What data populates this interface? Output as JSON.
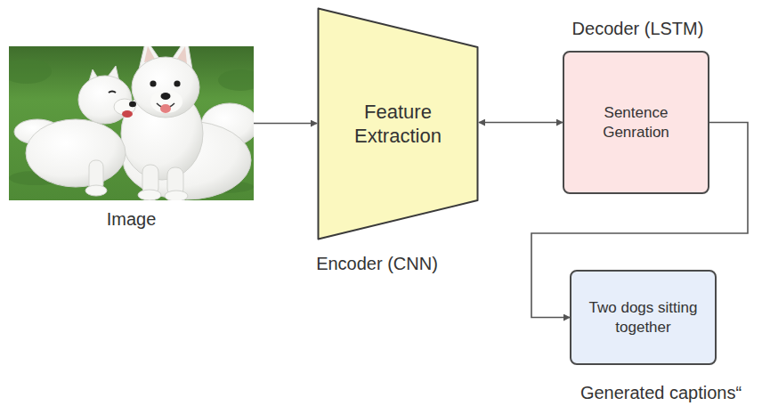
{
  "diagram": {
    "nodes": [
      {
        "text": [
          "Image"
        ]
      },
      {
        "text": [
          "Feature Extraction",
          "Encoder (CNN)"
        ]
      },
      {
        "text": [
          "Decoder (LSTM)",
          "Sentence Genration"
        ]
      },
      {
        "text": [
          "Two dogs sitting together",
          "Generated captions“"
        ]
      }
    ],
    "edges": [
      {
        "from": 0,
        "to": 1,
        "arrow": "to"
      },
      {
        "from": 1,
        "to": 2,
        "arrow": "both"
      },
      {
        "from": 2,
        "to": 3,
        "arrow": "to"
      }
    ]
  }
}
